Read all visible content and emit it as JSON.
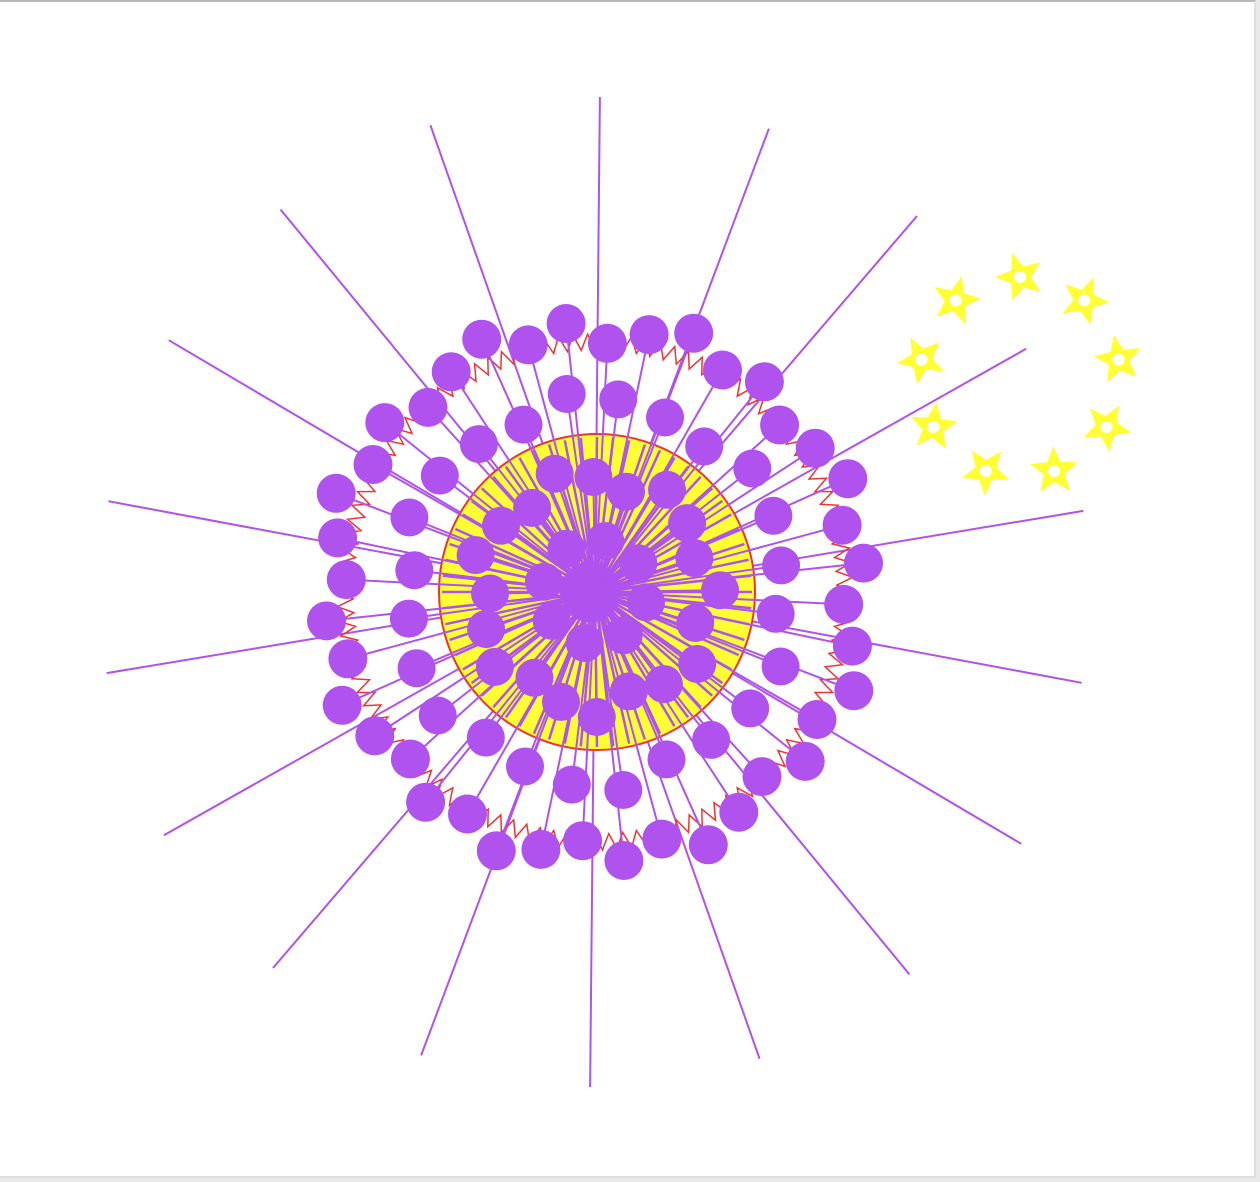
{
  "scene": {
    "description_text": "",
    "colors": {
      "background": "#ffffff",
      "purple": "#af52ee",
      "yellow": "#ffff33",
      "red": "#ee3333",
      "frame_border": "#b9b9b9"
    },
    "icons": {
      "balls": "purple-ball-icon",
      "stars": "yellow-star-icon"
    },
    "counts": {
      "long_rays": 18,
      "ring_balls": 40,
      "inner_balls": 44,
      "disc_spokes": 60,
      "stars": 9
    }
  }
}
